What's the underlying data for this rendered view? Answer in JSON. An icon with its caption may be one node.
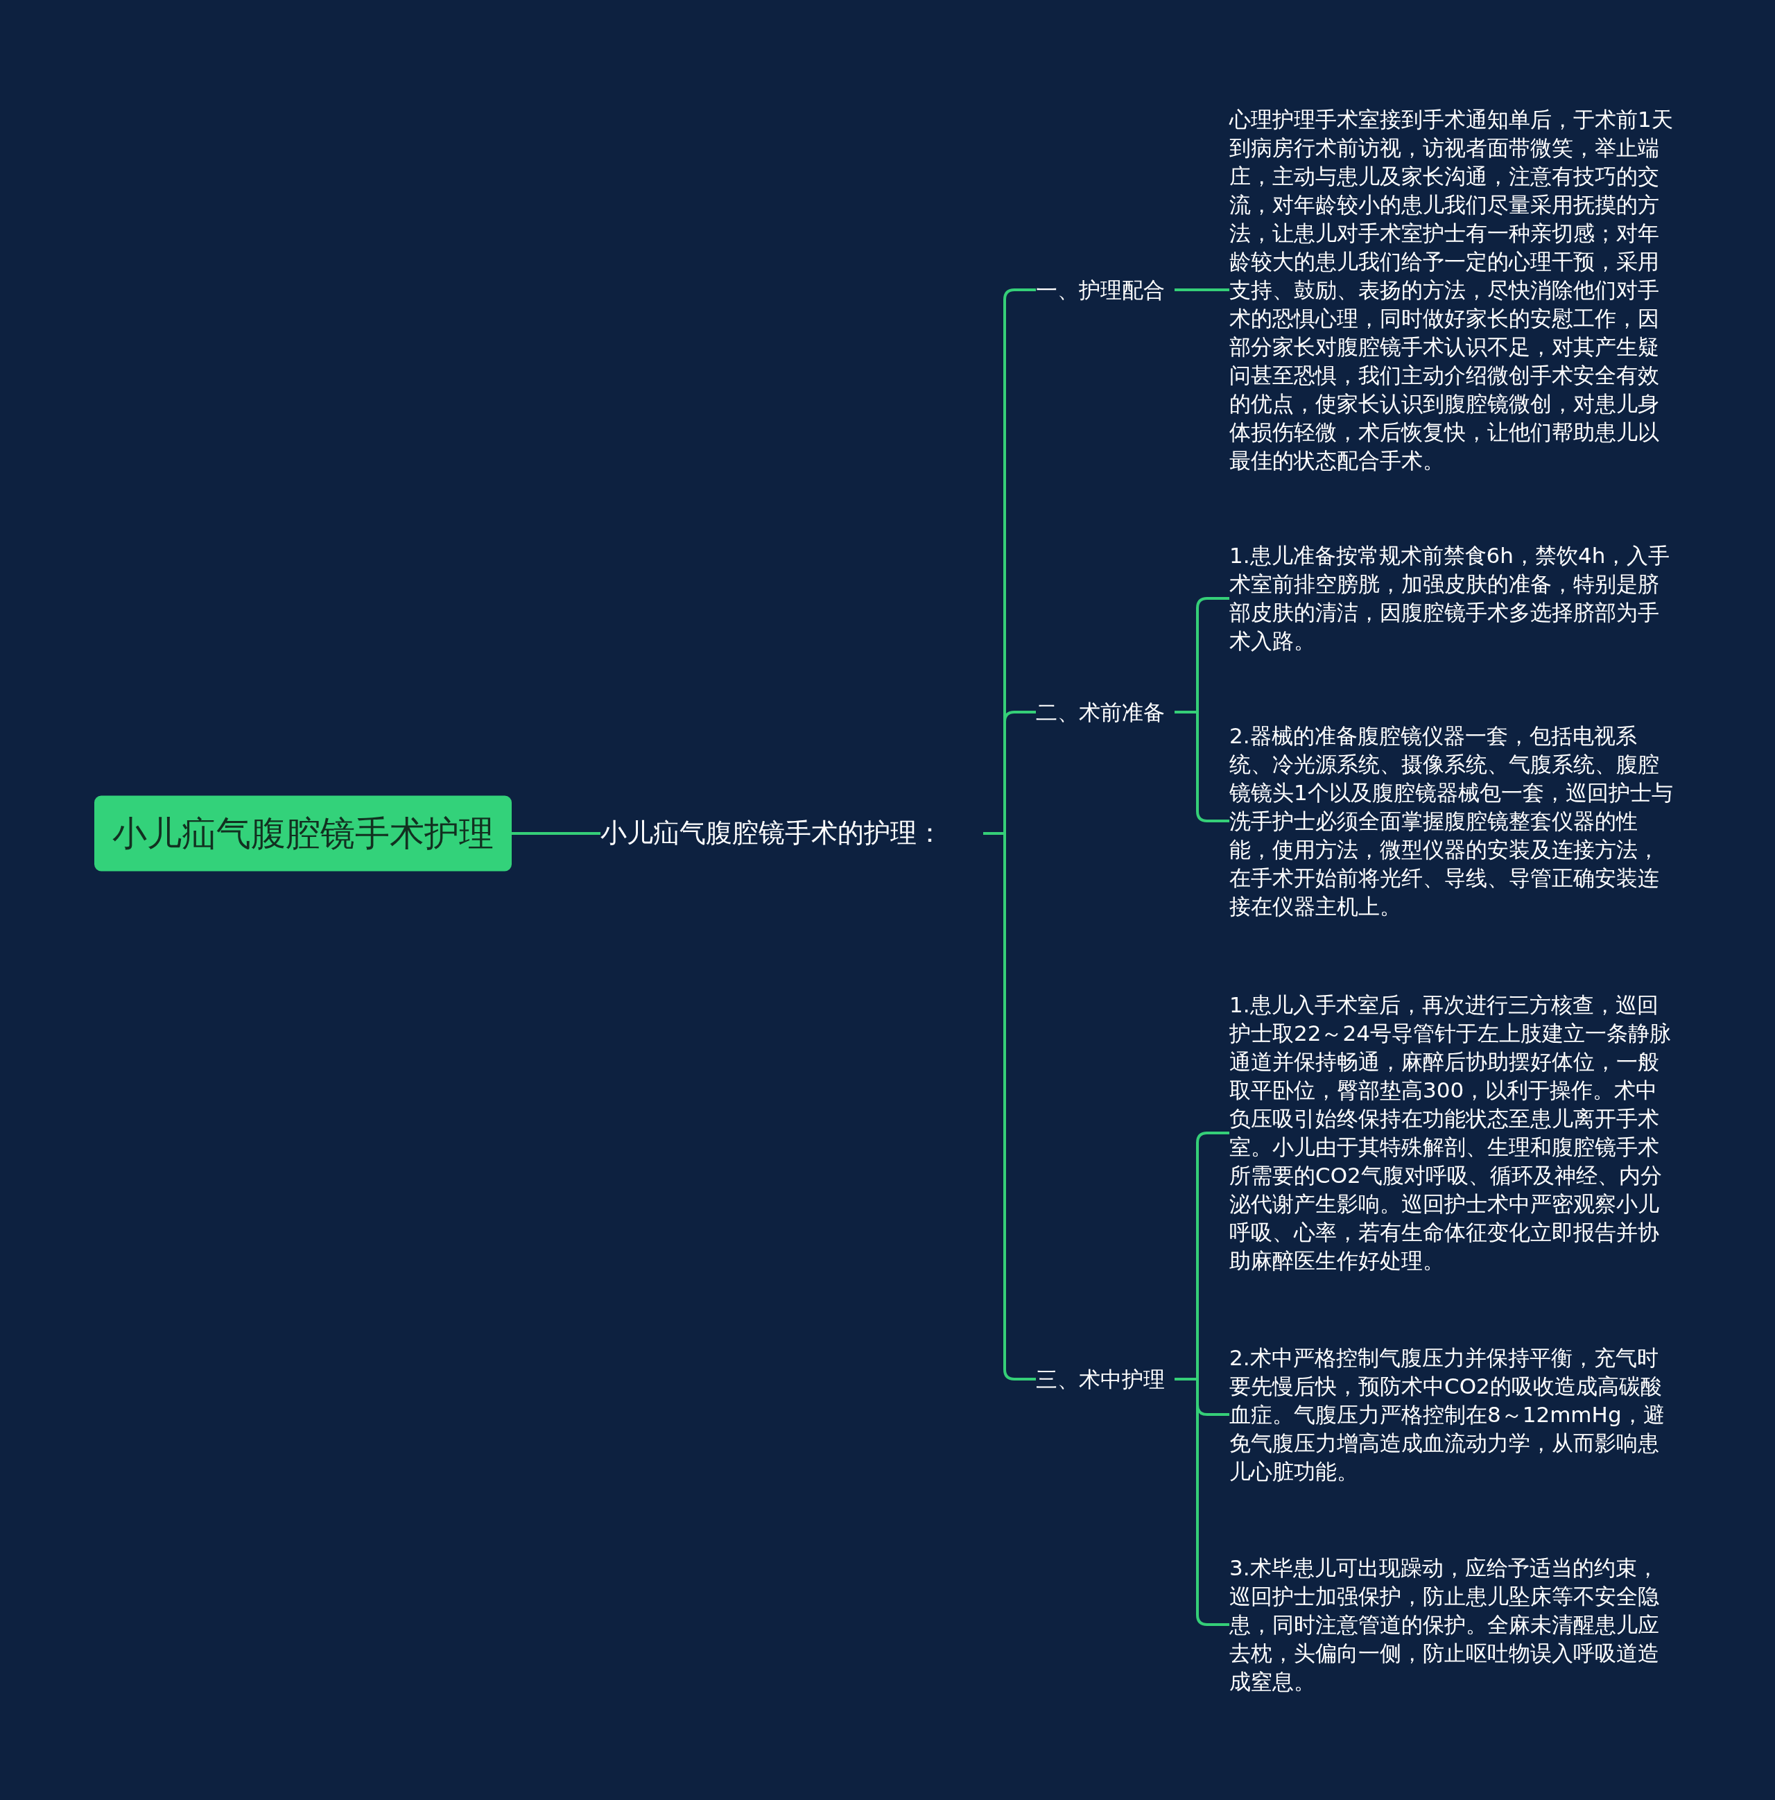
{
  "diagram": {
    "nodes": [
      {
        "text": [
          "小儿疝气腹腔镜手术护理"
        ]
      },
      {
        "text": [
          "小儿疝气腹腔镜手术的护理："
        ]
      },
      {
        "text": [
          "一、护理配合"
        ]
      },
      {
        "text": [
          "二、术前准备"
        ]
      },
      {
        "text": [
          "三、术中护理"
        ]
      },
      {
        "text": [
          "心理护理手术室接到手术通知单后，于术前1天到病房行术前访视，访视者面带微笑，举止端庄，主动与患儿及家长沟通，注意有技巧的交流，对年龄较小的患儿我们尽量采用抚摸的方法，让患儿对手术室护士有一种亲切感；对年龄较大的患儿我们给予一定的心理干预，采用支持、鼓励、表扬的方法，尽快消除他们对手术的恐惧心理，同时做好家长的安慰工作，因部分家长对腹腔镜手术认识不足，对其产生疑问甚至恐惧，我们主动介绍微创手术安全有效的优点，使家长认识到腹腔镜微创，对患儿身体损伤轻微，术后恢复快，让他们帮助患儿以最佳的状态配合手术。"
        ]
      },
      {
        "text": [
          "1.患儿准备按常规术前禁食6h，禁饮4h，入手术室前排空膀胱，加强皮肤的准备，特别是脐部皮肤的清洁，因腹腔镜手术多选择脐部为手术入路。"
        ]
      },
      {
        "text": [
          "2.器械的准备腹腔镜仪器一套，包括电视系统、冷光源系统、摄像系统、气腹系统、腹腔镜镜头1个以及腹腔镜器械包一套，巡回护士与洗手护士必须全面掌握腹腔镜整套仪器的性能，使用方法，微型仪器的安装及连接方法，在手术开始前将光纤、导线、导管正确安装连接在仪器主机上。"
        ]
      },
      {
        "text": [
          "1.患儿入手术室后，再次进行三方核查，巡回护士取22～24号导管针于左上肢建立一条静脉通道并保持畅通，麻醉后协助摆好体位，一般取平卧位，臀部垫高300，以利于操作。术中负压吸引始终保持在功能状态至患儿离开手术室。小儿由于其特殊解剖、生理和腹腔镜手术所需要的CO2气腹对呼吸、循环及神经、内分泌代谢产生影响。巡回护士术中严密观察小儿呼吸、心率，若有生命体征变化立即报告并协助麻醉医生作好处理。"
        ]
      },
      {
        "text": [
          "2.术中严格控制气腹压力并保持平衡，充气时要先慢后快，预防术中CO2的吸收造成高碳酸血症。气腹压力严格控制在8～12mmHg，避免气腹压力增高造成血流动力学，从而影响患儿心脏功能。"
        ]
      },
      {
        "text": [
          "3.术毕患儿可出现躁动，应给予适当的约束，巡回护士加强保护，防止患儿坠床等不安全隐患，同时注意管道的保护。全麻未清醒患儿应去枕，头偏向一侧，防止呕吐物误入呼吸道造成窒息。"
        ]
      }
    ],
    "edges": [
      {
        "from": 0,
        "to": 1,
        "arrow": "none"
      },
      {
        "from": 1,
        "to": 2,
        "arrow": "none"
      },
      {
        "from": 1,
        "to": 3,
        "arrow": "none"
      },
      {
        "from": 1,
        "to": 4,
        "arrow": "none"
      },
      {
        "from": 2,
        "to": 5,
        "arrow": "none"
      },
      {
        "from": 3,
        "to": 6,
        "arrow": "none"
      },
      {
        "from": 3,
        "to": 7,
        "arrow": "none"
      },
      {
        "from": 4,
        "to": 8,
        "arrow": "none"
      },
      {
        "from": 4,
        "to": 9,
        "arrow": "none"
      },
      {
        "from": 4,
        "to": 10,
        "arrow": "none"
      }
    ]
  }
}
